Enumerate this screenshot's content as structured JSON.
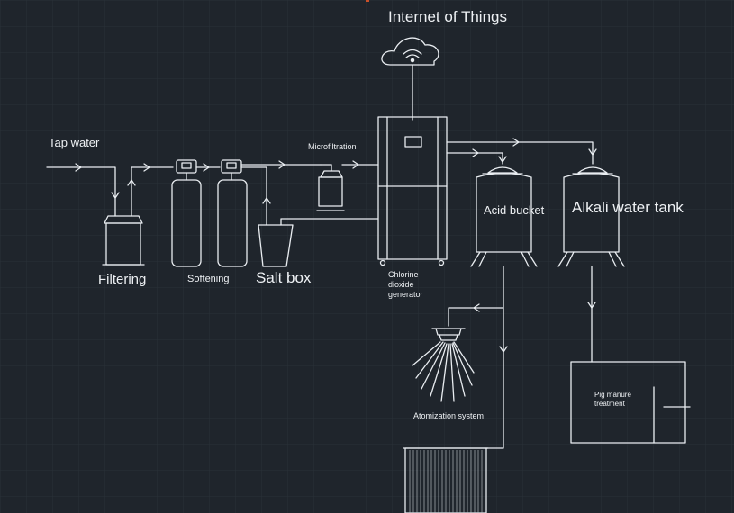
{
  "diagram": {
    "colors": {
      "background": "#1f252c",
      "grid": "#2a3138",
      "line": "#e9edf1"
    },
    "labels": {
      "iot": "Internet of Things",
      "tap_water": "Tap water",
      "microfiltration": "Microfiltration",
      "filtering": "Filtering",
      "softening": "Softening",
      "salt_box": "Salt box",
      "chlorine": [
        "Chlorine",
        "dioxide",
        "generator"
      ],
      "acid_bucket": "Acid bucket",
      "alkali_tank": "Alkali water tank",
      "atomization": "Atomization system",
      "pig_manure": [
        "Pig manure",
        "treatment"
      ]
    },
    "icons": [
      "cloud-wifi-icon",
      "flow-arrow-icon"
    ]
  }
}
